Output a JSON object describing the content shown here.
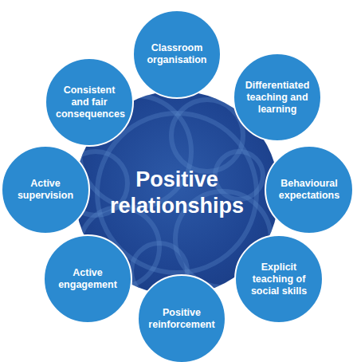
{
  "diagram": {
    "nodes": [
      {
        "text": [
          "Positive relationships"
        ]
      },
      {
        "text": [
          "Classroom organisation"
        ]
      },
      {
        "text": [
          "Differentiated teaching and learning"
        ]
      },
      {
        "text": [
          "Behavioural expectations"
        ]
      },
      {
        "text": [
          "Explicit teaching of social skills"
        ]
      },
      {
        "text": [
          "Positive reinforcement"
        ]
      },
      {
        "text": [
          "Active engagement"
        ]
      },
      {
        "text": [
          "Active supervision"
        ]
      },
      {
        "text": [
          "Consistent and fair consequences"
        ]
      }
    ]
  }
}
